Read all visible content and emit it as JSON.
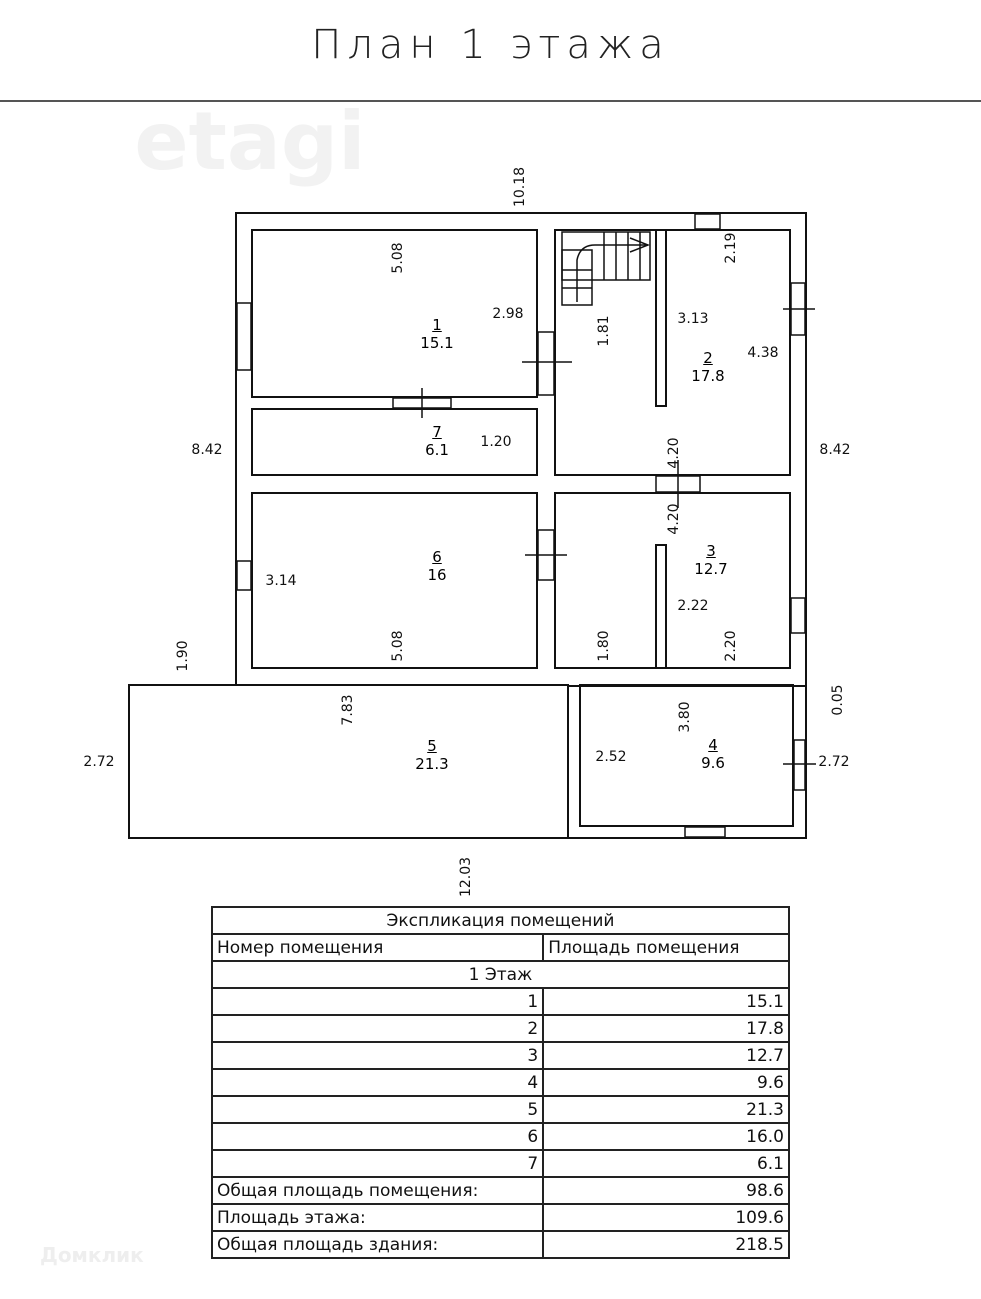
{
  "title": "План 1 этажа",
  "watermark": "Домклик",
  "watermark_center": "etagi",
  "rooms": [
    {
      "num": "1",
      "area": "15.1"
    },
    {
      "num": "2",
      "area": "17.8"
    },
    {
      "num": "3",
      "area": "12.7"
    },
    {
      "num": "4",
      "area": "9.6"
    },
    {
      "num": "5",
      "area": "21.3"
    },
    {
      "num": "6",
      "area": "16"
    },
    {
      "num": "7",
      "area": "6.1"
    }
  ],
  "dims": {
    "top": "10.18",
    "r1_w": "5.08",
    "r1_h": "2.98",
    "stair": "1.81",
    "r2_a": "2.19",
    "r2_b": "3.13",
    "r2_c": "4.38",
    "left": "8.42",
    "right": "8.42",
    "r7_h": "1.20",
    "d420a": "4.20",
    "d420b": "4.20",
    "r6_h": "3.14",
    "r6_w": "5.08",
    "d180": "1.80",
    "r3_a": "2.22",
    "r3_b": "2.20",
    "d190": "1.90",
    "r5_w": "7.83",
    "r5_h": "2.72",
    "r4_w": "3.80",
    "r4_h": "2.52",
    "d005": "0.05",
    "r4_r": "2.72",
    "bottom": "12.03"
  },
  "table": {
    "title": "Экспликация помещений",
    "col1": "Номер помещения",
    "col2": "Площадь помещения",
    "floor": "1 Этаж",
    "rows": [
      {
        "n": "1",
        "a": "15.1"
      },
      {
        "n": "2",
        "a": "17.8"
      },
      {
        "n": "3",
        "a": "12.7"
      },
      {
        "n": "4",
        "a": "9.6"
      },
      {
        "n": "5",
        "a": "21.3"
      },
      {
        "n": "6",
        "a": "16.0"
      },
      {
        "n": "7",
        "a": "6.1"
      }
    ],
    "totals": [
      {
        "label": "Общая площадь помещения:",
        "value": "98.6"
      },
      {
        "label": "Площадь этажа:",
        "value": "109.6"
      },
      {
        "label": "Общая площадь здания:",
        "value": "218.5"
      }
    ]
  }
}
